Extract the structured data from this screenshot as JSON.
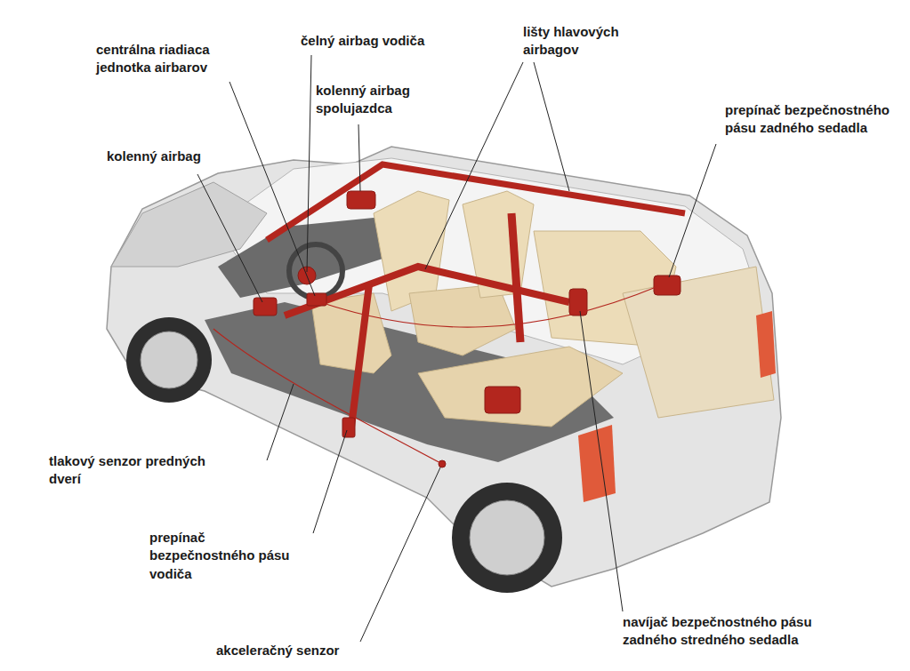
{
  "diagram": {
    "labels": [
      "centrálna riadiaca jednotka airbarov",
      "čelný airbag vodiča",
      "kolenný airbag spolujazdca",
      "lišty hlavových airbagov",
      "prepínač bezpečnostného pásu zadného sedadla",
      "kolenný airbag",
      "tlakový senzor predných dverí",
      "prepínač bezpečnostného pásu vodiča",
      "akceleračný senzor",
      "navíjač bezpečnostného pásu zadného stredného sedadla"
    ]
  }
}
